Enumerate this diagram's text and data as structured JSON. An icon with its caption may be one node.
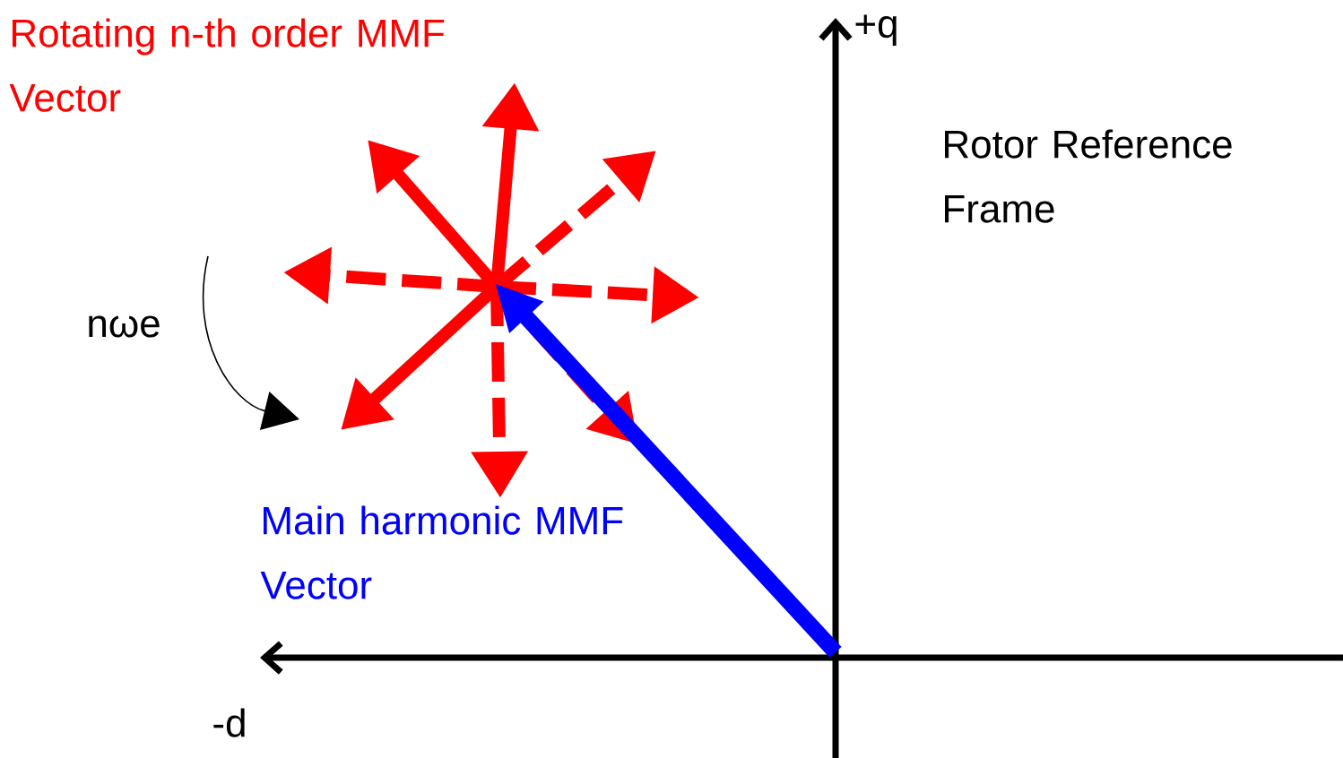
{
  "diagram": {
    "labels": [
      "Rotating n-th order MMF Vector",
      "+q",
      "Rotor Reference Frame",
      "nωe",
      "Main harmonic MMF Vector",
      "-d"
    ]
  }
}
